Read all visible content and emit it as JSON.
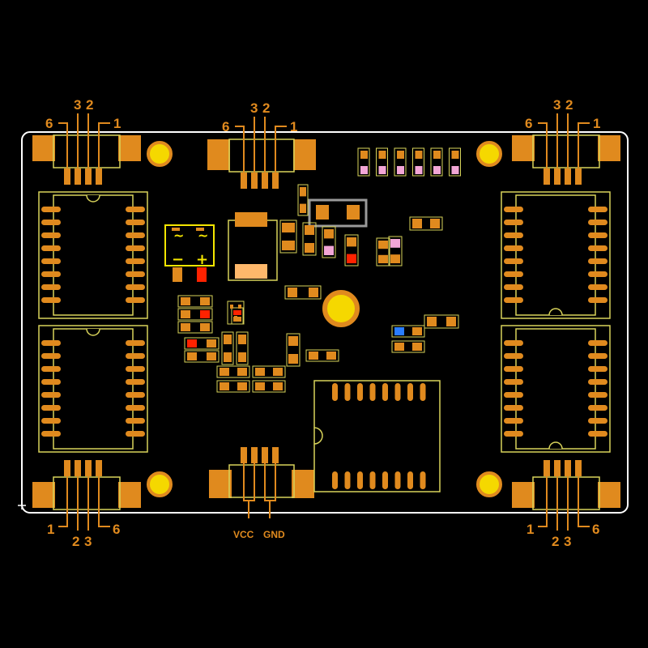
{
  "colors": {
    "background": "#000000",
    "board_outline": "#ffffff",
    "pad": "#e08a1e",
    "silkscreen": "#d8d35a",
    "mount_hole": "#f5d800",
    "mount_ring": "#e08a1e",
    "pin_label": "#e08a1e",
    "led_pink": "#f2a6d6",
    "led_red": "#ff2200",
    "led_blue": "#2a7dff",
    "outline_grey": "#9a9a9a",
    "rectifier_box": "#f5e600",
    "diode_body": "#ffb86b"
  },
  "connectors": {
    "top_left": {
      "labels": [
        "6",
        "3",
        "2",
        "1"
      ]
    },
    "top_center": {
      "labels": [
        "6",
        "3",
        "2",
        "1"
      ]
    },
    "top_right": {
      "labels": [
        "6",
        "3",
        "2",
        "1"
      ]
    },
    "bottom_left": {
      "labels": [
        "1",
        "2",
        "3",
        "6"
      ]
    },
    "bottom_center": {
      "labels": [
        "VCC",
        "GND"
      ]
    },
    "bottom_right": {
      "labels": [
        "1",
        "2",
        "3",
        "6"
      ]
    }
  },
  "rectifier": {
    "ac_symbol_left": "~",
    "ac_symbol_right": "~",
    "minus": "−",
    "plus": "+"
  },
  "icons": [
    "mounting-hole-icon",
    "chip-notch-icon",
    "bridge-rectifier-icon"
  ]
}
